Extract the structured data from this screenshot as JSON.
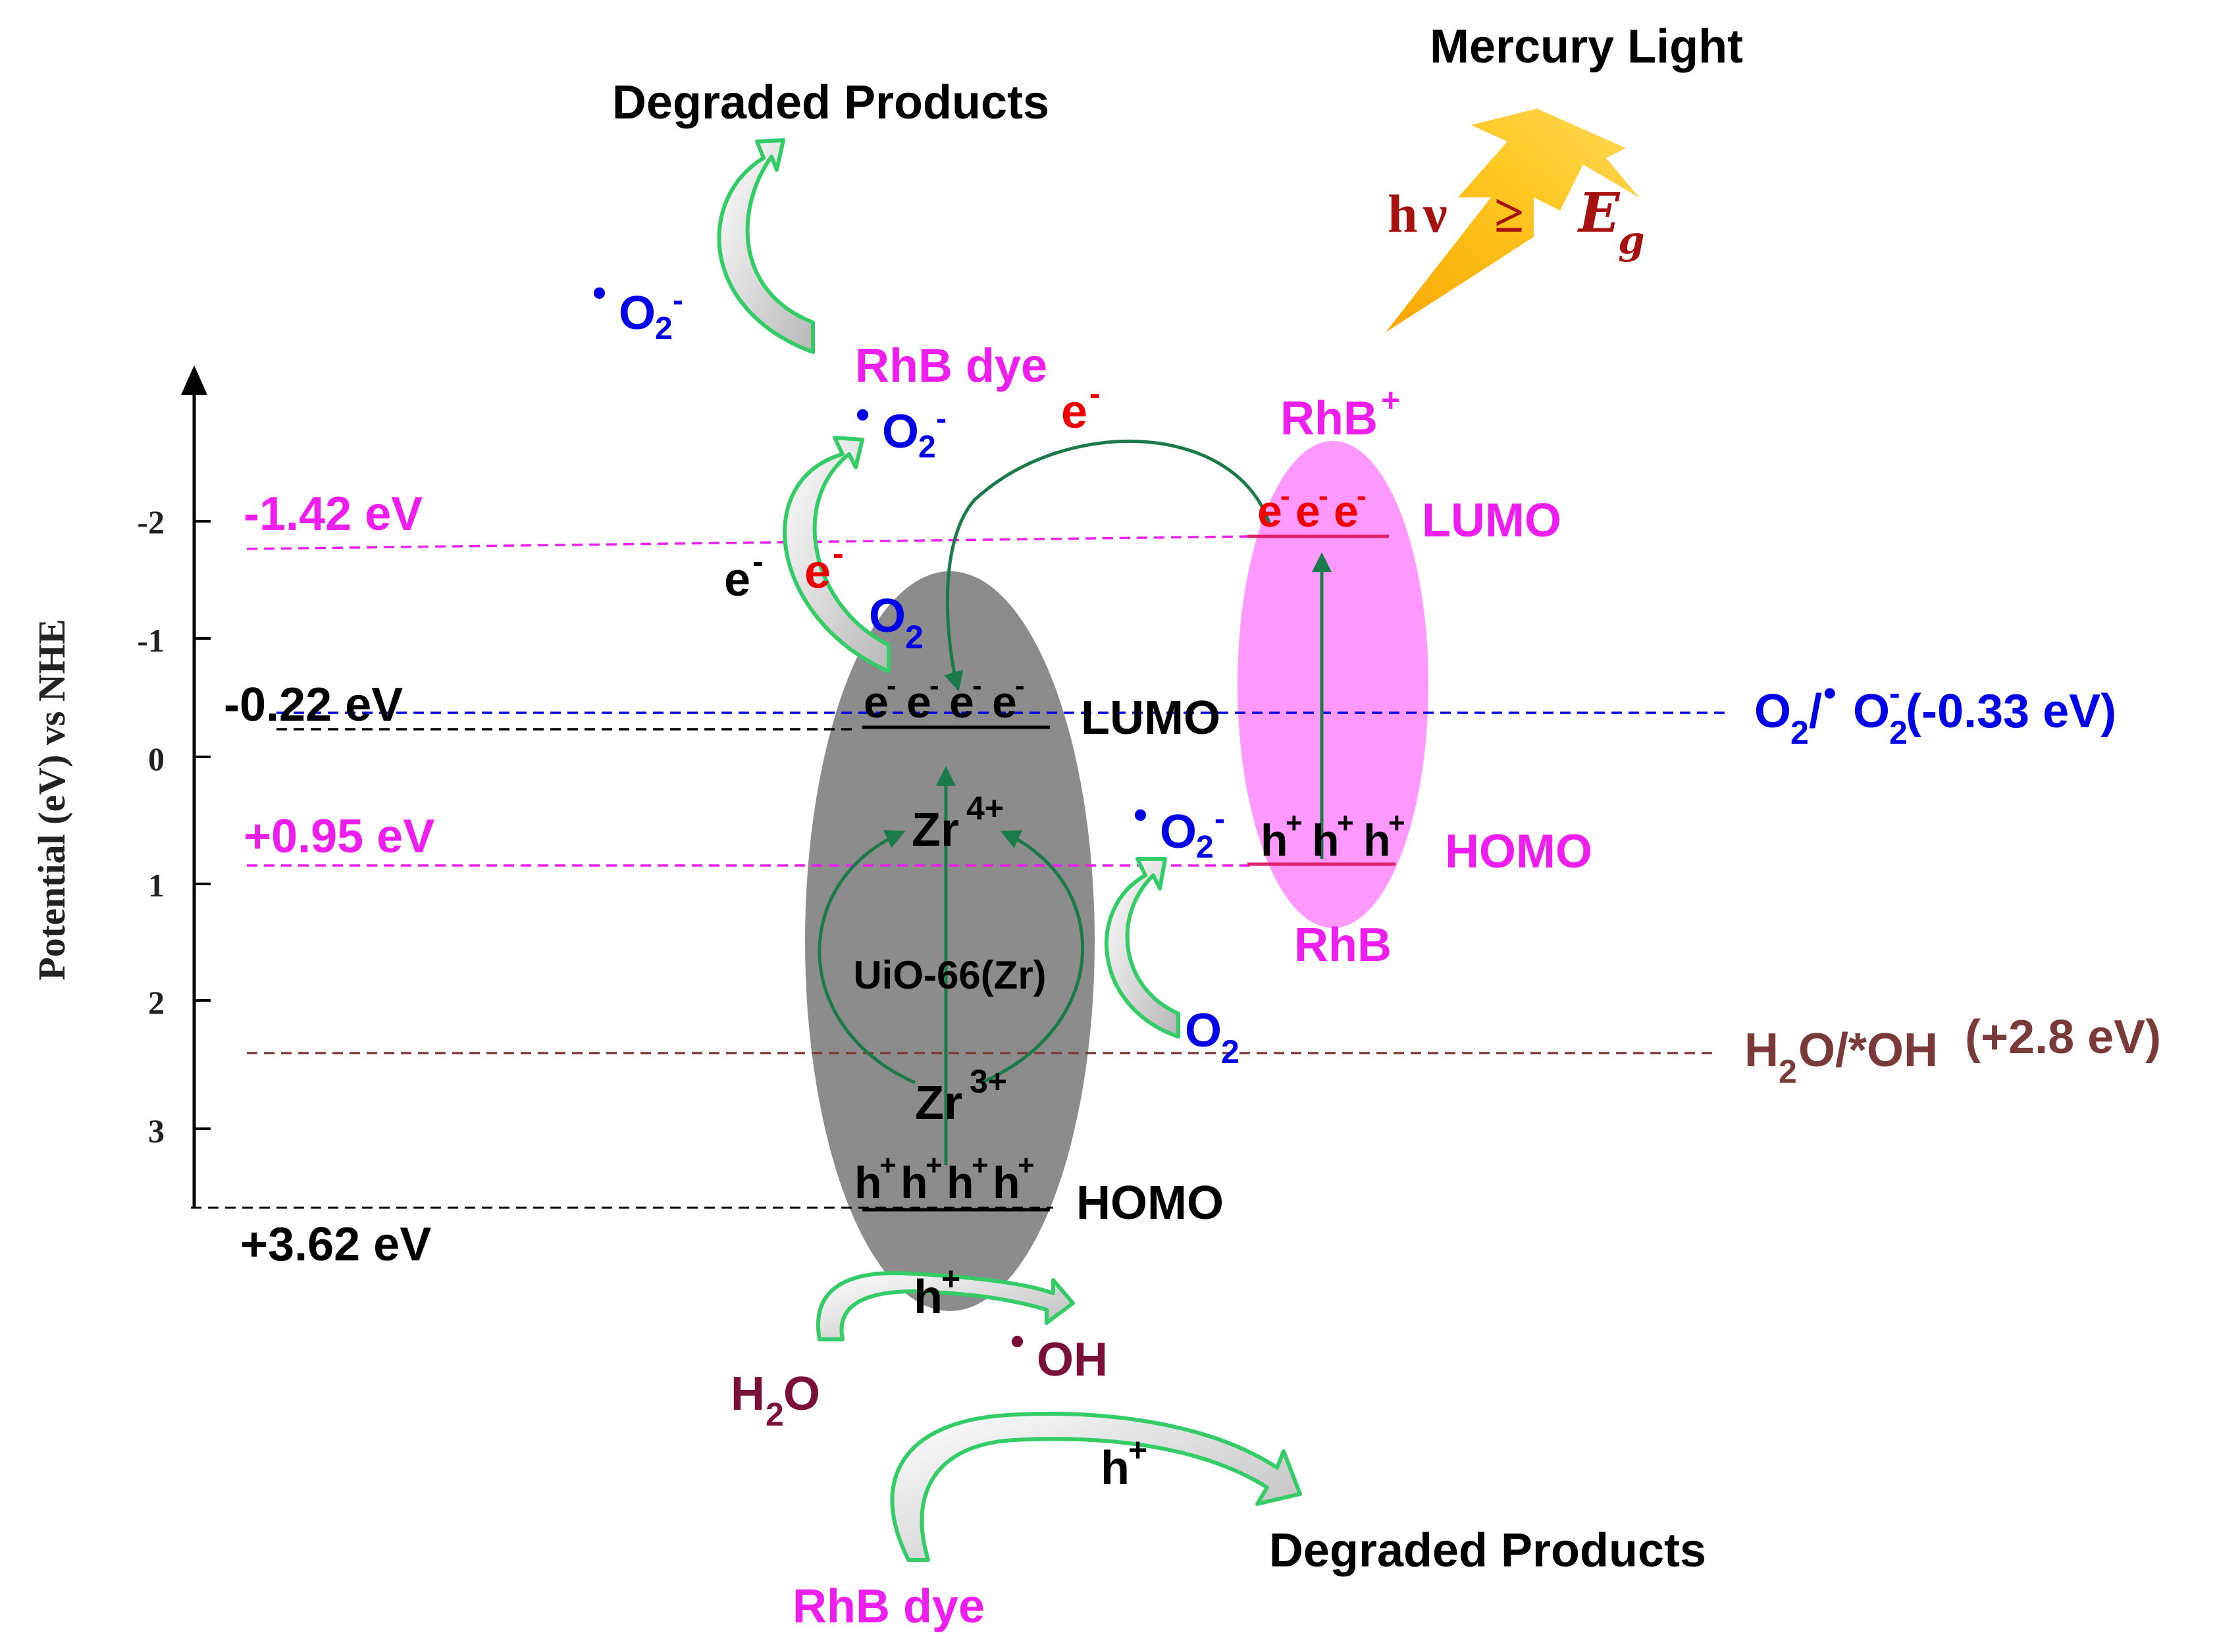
{
  "axis": {
    "label": "Potential (eV) vs NHE",
    "ticks": [
      "-2",
      "-1",
      "0",
      "1",
      "2",
      "3"
    ]
  },
  "light": {
    "title": "Mercury Light",
    "h": "h",
    "nu": "ν",
    "geq": "≥",
    "E": "E",
    "g": "g"
  },
  "levels": {
    "lumo_uio": "-0.22 eV",
    "homo_uio": "+3.62 eV",
    "lumo_rhb": "-1.42 eV",
    "homo_rhb": "+0.95 eV",
    "o2_couple": {
      "a": "O",
      "b": "2",
      "c": "/",
      "d": "•",
      "e": "O",
      "f": "2",
      "g": "-",
      "h": "(-0.33 eV)"
    },
    "h2o_couple": {
      "a": "H",
      "b": "2",
      "c": "O/*OH",
      "d": "(+2.8 eV)"
    }
  },
  "uio": {
    "name": "UiO-66(Zr)",
    "zr4": {
      "a": "Zr",
      "b": "4+"
    },
    "zr3": {
      "a": "Zr",
      "b": "3+"
    },
    "lumo": "LUMO",
    "homo": "HOMO",
    "electrons": [
      {
        "a": "e",
        "b": "-"
      },
      {
        "a": "e",
        "b": "-"
      },
      {
        "a": "e",
        "b": "-"
      },
      {
        "a": "e",
        "b": "-"
      }
    ],
    "holes": [
      {
        "a": "h",
        "b": "+"
      },
      {
        "a": "h",
        "b": "+"
      },
      {
        "a": "h",
        "b": "+"
      },
      {
        "a": "h",
        "b": "+"
      }
    ]
  },
  "rhb": {
    "cation": {
      "a": "RhB",
      "b": "+"
    },
    "name": "RhB",
    "lumo": "LUMO",
    "homo": "HOMO",
    "electrons": [
      {
        "a": "e",
        "b": "-"
      },
      {
        "a": "e",
        "b": "-"
      },
      {
        "a": "e",
        "b": "-"
      }
    ],
    "holes": [
      {
        "a": "h",
        "b": "+"
      },
      {
        "a": "h",
        "b": "+"
      },
      {
        "a": "h",
        "b": "+"
      }
    ]
  },
  "species": {
    "degraded_top": "Degraded Products",
    "degraded_bottom": "Degraded Products",
    "rhb_dye_top": "RhB dye",
    "rhb_dye_bottom": "RhB dye",
    "o2_radical": {
      "a": "•",
      "b": "O",
      "c": "2",
      "d": "-"
    },
    "o2": {
      "a": "O",
      "b": "2"
    },
    "e_black": {
      "a": "e",
      "b": "-"
    },
    "e_red": {
      "a": "e",
      "b": "-"
    },
    "e_transfer": {
      "a": "e",
      "b": "-"
    },
    "h_plus": {
      "a": "h",
      "b": "+"
    },
    "h2o": {
      "a": "H",
      "b": "2",
      "c": "O"
    },
    "oh": {
      "a": "•",
      "b": "OH"
    }
  },
  "colors": {
    "magenta": "#ee1eee",
    "blue": "#0000e6",
    "red": "#ee0000",
    "brown": "#7b3a3a",
    "maroon": "#7a1038",
    "green": "#1a7a4a",
    "gray_ellipse": "#8c8c8c",
    "pink_ellipse": "#ff99ff"
  }
}
